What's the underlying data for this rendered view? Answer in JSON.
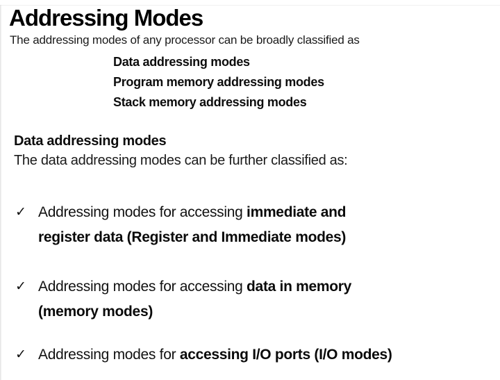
{
  "slide": {
    "title": "Addressing Modes",
    "intro": "The addressing modes of any processor can be broadly classified as",
    "classification_list": [
      "Data addressing modes",
      "Program memory addressing modes",
      "Stack memory addressing modes"
    ],
    "section": {
      "heading": "Data addressing modes",
      "subheading": "The data addressing modes can be further classified as:"
    },
    "bullets": [
      {
        "marker": "✓",
        "line1_normal": "Addressing modes for accessing ",
        "line1_bold": "immediate and",
        "line2_bold": "register data (Register and Immediate modes)"
      },
      {
        "marker": "✓",
        "line1_normal": "Addressing modes for accessing ",
        "line1_bold": "data in memory",
        "line2_bold": "(memory modes)"
      },
      {
        "marker": "✓",
        "line1_normal": "Addressing modes for ",
        "line1_bold": "accessing I/O ports (I/O modes)"
      }
    ],
    "colors": {
      "text": "#111111",
      "background": "#ffffff"
    }
  }
}
